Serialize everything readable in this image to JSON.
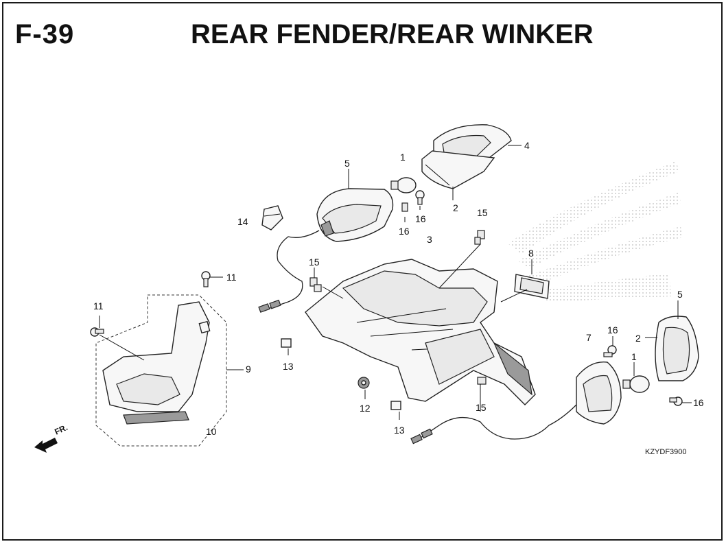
{
  "header": {
    "page_number": "F-39",
    "title": "REAR FENDER/REAR WINKER"
  },
  "diagram": {
    "code": "KZYDF3900",
    "direction_label": "FR.",
    "callouts": [
      {
        "id": "c1a",
        "label": "1"
      },
      {
        "id": "c1b",
        "label": "1"
      },
      {
        "id": "c2a",
        "label": "2"
      },
      {
        "id": "c2b",
        "label": "2"
      },
      {
        "id": "c3",
        "label": "3"
      },
      {
        "id": "c4",
        "label": "4"
      },
      {
        "id": "c5a",
        "label": "5"
      },
      {
        "id": "c5b",
        "label": "5"
      },
      {
        "id": "c7",
        "label": "7"
      },
      {
        "id": "c8",
        "label": "8"
      },
      {
        "id": "c9",
        "label": "9"
      },
      {
        "id": "c10",
        "label": "10"
      },
      {
        "id": "c11a",
        "label": "11"
      },
      {
        "id": "c11b",
        "label": "11"
      },
      {
        "id": "c12",
        "label": "12"
      },
      {
        "id": "c13a",
        "label": "13"
      },
      {
        "id": "c13b",
        "label": "13"
      },
      {
        "id": "c14",
        "label": "14"
      },
      {
        "id": "c15a",
        "label": "15"
      },
      {
        "id": "c15b",
        "label": "15"
      },
      {
        "id": "c15c",
        "label": "15"
      },
      {
        "id": "c16a",
        "label": "16"
      },
      {
        "id": "c16b",
        "label": "16"
      },
      {
        "id": "c16c",
        "label": "16"
      },
      {
        "id": "c16d",
        "label": "16"
      }
    ]
  }
}
